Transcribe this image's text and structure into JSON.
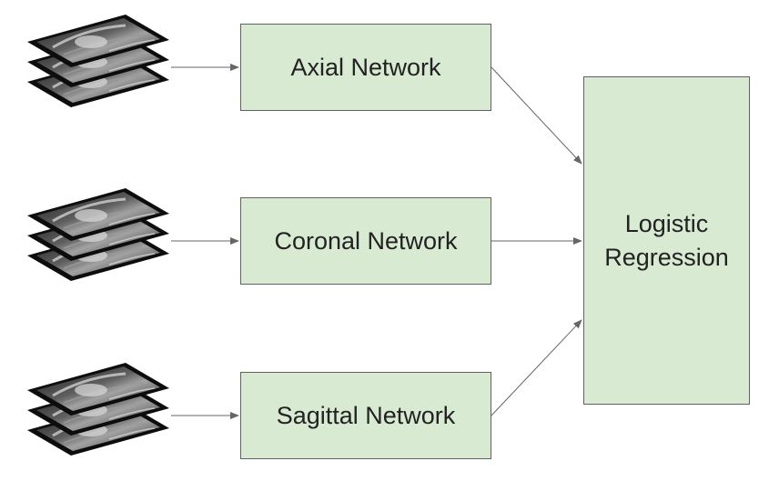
{
  "diagram": {
    "networks": [
      {
        "id": "axial",
        "label": "Axial Network",
        "image": "mri-slice-stack"
      },
      {
        "id": "coronal",
        "label": "Coronal Network",
        "image": "mri-slice-stack"
      },
      {
        "id": "sagittal",
        "label": "Sagittal Network",
        "image": "mri-slice-stack"
      }
    ],
    "output": {
      "label_line1": "Logistic",
      "label_line2": "Regression"
    }
  },
  "colors": {
    "box_fill": "#d9ead3",
    "box_border": "#5f6360",
    "arrow": "#666666",
    "text": "#222222"
  }
}
